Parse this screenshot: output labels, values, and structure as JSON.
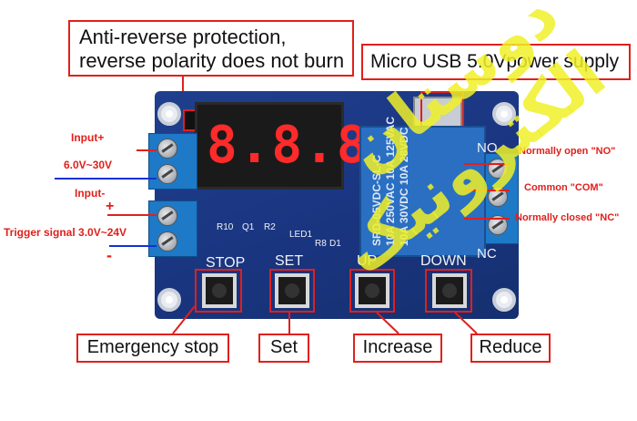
{
  "callouts": {
    "anti_reverse": [
      "Anti-reverse protection,",
      "reverse polarity does not burn"
    ],
    "micro_usb": "Micro USB 5.0Vpower supply",
    "emergency": "Emergency stop",
    "set": "Set",
    "increase": "Increase",
    "reduce": "Reduce"
  },
  "left_labels": {
    "input_plus": "Input+",
    "voltage_in": "6.0V~30V",
    "input_minus": "Input-",
    "plus_sign": "+",
    "trigger": "Trigger signal  3.0V~24V",
    "minus_sign": "-"
  },
  "right_labels": {
    "no": "Normally open \"NO\"",
    "com": "Common \"COM\"",
    "nc": "Normally closed \"NC\""
  },
  "board": {
    "display": "8.8.8",
    "buttons": [
      "STOP",
      "SET",
      "UP",
      "DOWN"
    ],
    "nc": "NC",
    "no": "NO",
    "relay_lines": [
      "SRD-05VDC-SL-C",
      "10A 250VAC 10A 125VAC",
      "10A 30VDC 10A 28VDC"
    ],
    "silk": [
      "R10",
      "Q1",
      "R2",
      "LED1",
      "R8",
      "D1"
    ]
  },
  "watermark": "دوستان الکترونیک",
  "colors": {
    "accent": "#e0201c",
    "pcb": "#1a3580",
    "terminal": "#1e79c7",
    "watermark": "#f0f028"
  }
}
